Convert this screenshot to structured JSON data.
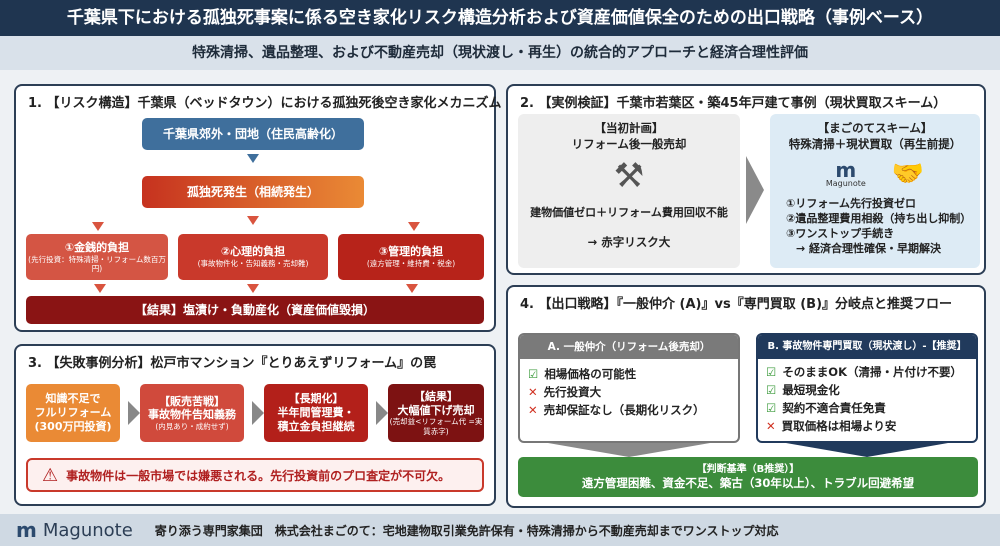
{
  "header": {
    "title": "千葉県下における孤独死事案に係る空き家化リスク構造分析および資産価値保全のための出口戦略（事例ベース）",
    "subtitle": "特殊清掃、遺品整理、および不動産売却（現状渡し・再生）の統合的アプローチと経済合理性評価"
  },
  "section1": {
    "title": "1. 【リスク構造】千葉県（ベッドタウン）における孤独死後空き家化メカニズム",
    "top": "千葉県郊外・団地（住民高齢化）",
    "middle": "孤独死発生（相続発生）",
    "burdens": [
      {
        "label": "①金銭的負担",
        "detail": "(先行投資：特殊清掃・リフォーム数百万円)"
      },
      {
        "label": "②心理的負担",
        "detail": "(事故物件化・告知義務・売却難)"
      },
      {
        "label": "③管理的負担",
        "detail": "(遠方管理・維持費・税金)"
      }
    ],
    "result": "【結果】塩漬け・負動産化（資産価値毀損）"
  },
  "section2": {
    "title": "2. 【実例検証】千葉市若葉区・築45年戸建て事例（現状買取スキーム）",
    "left": {
      "heading1": "【当初計画】",
      "heading2": "リフォーム後一般売却",
      "icon": "tools-icon",
      "note": "建物価値ゼロ＋リフォーム費用回収不能",
      "conclusion": "→ 赤字リスク大"
    },
    "right": {
      "heading1": "【まごのてスキーム】",
      "heading2": "特殊清掃＋現状買取（再生前提）",
      "logo_text": "Magunote",
      "icon": "handshake-icon",
      "points": [
        "①リフォーム先行投資ゼロ",
        "②遺品整理費用相殺（持ち出し抑制）",
        "③ワンストップ手続き"
      ],
      "conclusion": "→ 経済合理性確保・早期解決"
    }
  },
  "section3": {
    "title": "3. 【失敗事例分析】松戸市マンション『とりあえずリフォーム』の罠",
    "steps": [
      {
        "lines": [
          "知識不足で",
          "フルリフォーム",
          "(300万円投資)"
        ],
        "detail": ""
      },
      {
        "lines": [
          "【販売苦戦】",
          "事故物件告知義務"
        ],
        "detail": "(内見あり・成約せず)"
      },
      {
        "lines": [
          "【長期化】",
          "半年間管理費・",
          "積立金負担継続"
        ],
        "detail": ""
      },
      {
        "lines": [
          "【結果】",
          "大幅値下げ売却"
        ],
        "detail": "(売却益<リフォーム代 =実質赤字)"
      }
    ],
    "warning": "事故物件は一般市場では嫌悪される。先行投資前のプロ査定が不可欠。"
  },
  "section4": {
    "title": "4. 【出口戦略】『一般仲介 (A)』vs『専門買取 (B)』分岐点と推奨フロー",
    "optionA": {
      "title": "A. 一般仲介（リフォーム後売却）",
      "items": [
        {
          "ok": true,
          "text": "相場価格の可能性"
        },
        {
          "ok": false,
          "text": "先行投資大"
        },
        {
          "ok": false,
          "text": "売却保証なし（長期化リスク）"
        }
      ]
    },
    "optionB": {
      "title": "B. 事故物件専門買取（現状渡し）-【推奨】",
      "items": [
        {
          "ok": true,
          "text": "そのままOK（清掃・片付け不要）"
        },
        {
          "ok": true,
          "text": "最短現金化"
        },
        {
          "ok": true,
          "text": "契約不適合責任免責"
        },
        {
          "ok": false,
          "text": "買取価格は相場より安"
        }
      ]
    },
    "criteria_title": "【判断基準（B推奨）】",
    "criteria": "遠方管理困難、資金不足、築古（30年以上）、トラブル回避希望"
  },
  "footer": {
    "brand": "Magunote",
    "text": "寄り添う専門家集団　株式会社まごのて：宅地建物取引業免許保有・特殊清掃から不動産売却までワンストップ対応"
  },
  "colors": {
    "navy": "#1f3550",
    "blue": "#3f6f9c",
    "red": "#c9392b",
    "darkred": "#8a1414",
    "orange": "#ea8a35",
    "green": "#3c8c3c"
  }
}
